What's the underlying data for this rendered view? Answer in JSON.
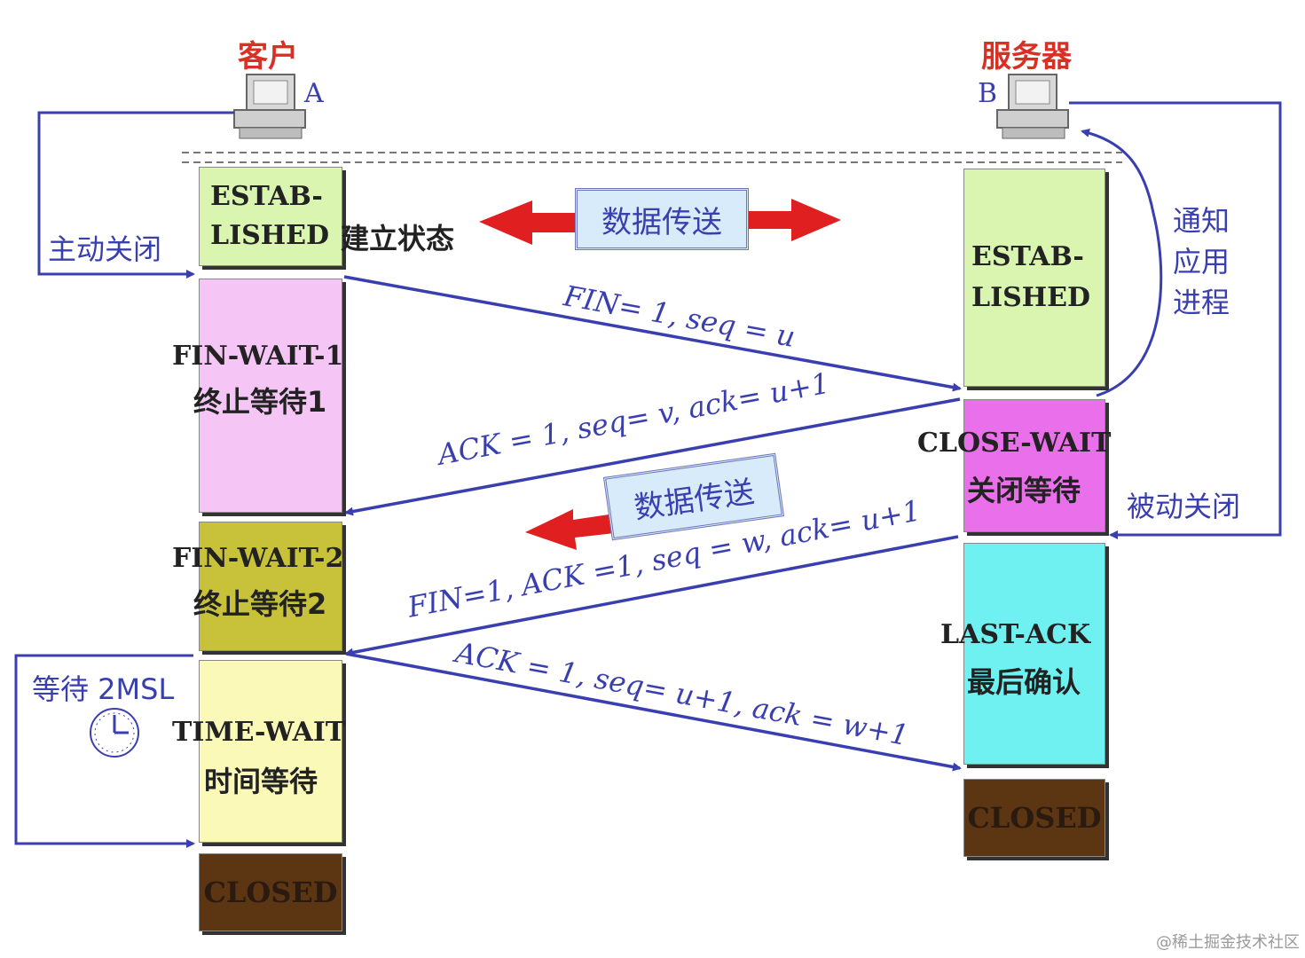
{
  "parties": {
    "client": {
      "title": "客户",
      "letter": "A"
    },
    "server": {
      "title": "服务器",
      "letter": "B"
    }
  },
  "client_states": {
    "established_en": "ESTAB-\nLISHED",
    "established_suffix": "建立状态",
    "fin_wait_1_en": "FIN-WAIT-1",
    "fin_wait_1_zh": "终止等待1",
    "fin_wait_2_en": "FIN-WAIT-2",
    "fin_wait_2_zh": "终止等待2",
    "time_wait_en": "TIME-WAIT",
    "time_wait_zh": "时间等待",
    "closed": "CLOSED"
  },
  "server_states": {
    "established_en": "ESTAB-\nLISHED",
    "close_wait_en": "CLOSE-WAIT",
    "close_wait_zh": "关闭等待",
    "last_ack_en": "LAST-ACK",
    "last_ack_zh": "最后确认",
    "closed": "CLOSED"
  },
  "messages": {
    "fin1": "FIN= 1, seq = u",
    "ack1": "ACK = 1, seq= v, ack= u+1",
    "fin2": "FIN=1, ACK =1, seq = w, ack= u+1",
    "ack2": "ACK = 1, seq= u+1, ack = w+1"
  },
  "labels": {
    "data_transfer_top": "数据传送",
    "data_transfer_mid": "数据传送",
    "active_close": "主动关闭",
    "passive_close": "被动关闭",
    "notify_app": "通知\n应用\n进程",
    "wait_2msl": "等待 2MSL"
  },
  "watermark": "@稀土掘金技术社区",
  "colors": {
    "established": "#d9f5b0",
    "fin_wait_1": "#f5c6f5",
    "fin_wait_2": "#c8c23a",
    "time_wait": "#fbf9b8",
    "closed": "#5c3512",
    "close_wait": "#ea6fea",
    "last_ack": "#6ff1f1",
    "arrow_blue": "#3a3fb0",
    "arrow_red": "#e02020"
  }
}
